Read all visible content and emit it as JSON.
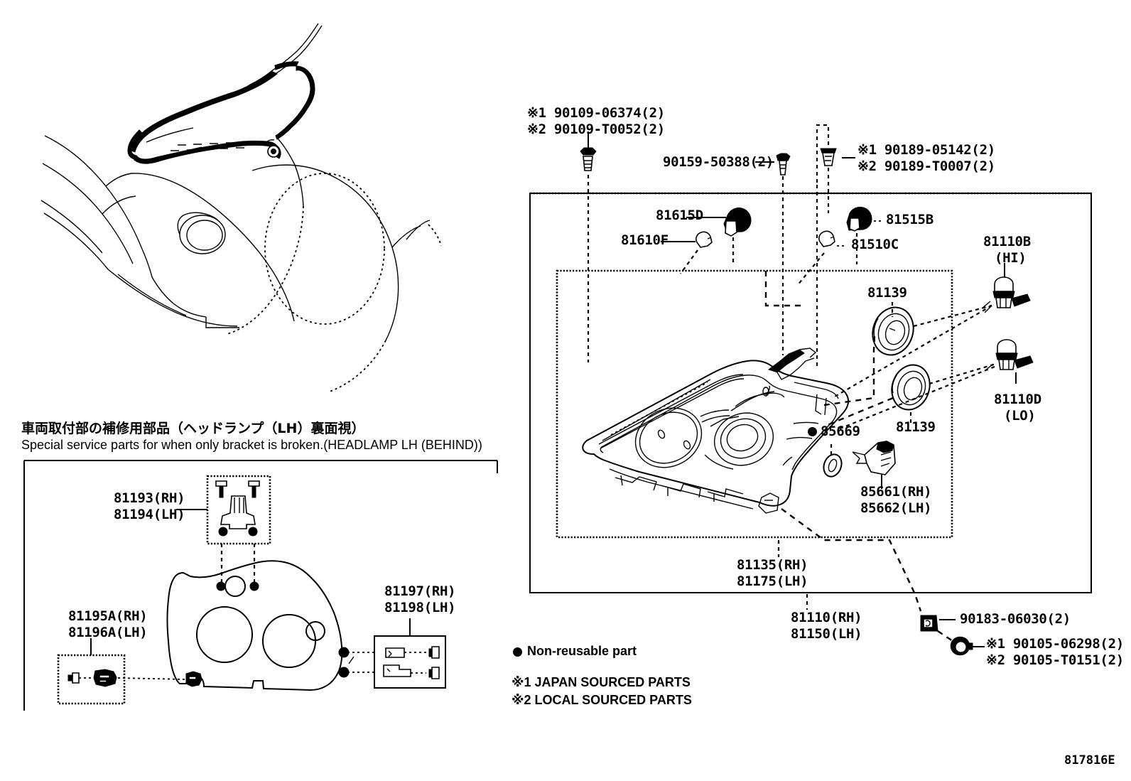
{
  "diagram": {
    "sheet_code": "817816E",
    "title_jp": "車両取付部の補修用部品（ヘッドランプ（LH）裏面視）",
    "title_en": "Special service parts for when only bracket is broken.(HEADLAMP LH (BEHIND))"
  },
  "legend": {
    "non_reusable": "Non-reusable part",
    "note1": "※1 JAPAN SOURCED PARTS",
    "note2": "※2 LOCAL SOURCED PARTS"
  },
  "fasteners": {
    "screw_top_left_1": "※1 90109-06374(2)",
    "screw_top_left_2": "※2 90109-T0052(2)",
    "screw_mid": "90159-50388(2)",
    "clip_top_right_1": "※1 90189-05142(2)",
    "clip_top_right_2": "※2 90189-T0007(2)",
    "clip_bottom": "90183-06030(2)",
    "screw_bottom_1": "※1 90105-06298(2)",
    "screw_bottom_2": "※2 90105-T0151(2)"
  },
  "main_parts": {
    "socket_81615D": "81615D",
    "bulb_81610F": "81610F",
    "socket_81515B": "81515B",
    "bulb_81510C": "81510C",
    "bulb_hi_num": "81110B",
    "bulb_hi_pos": "(HI)",
    "bulb_lo_num": "81110D",
    "bulb_lo_pos": "(LO)",
    "cap_upper": "81139",
    "cap_lower": "81139",
    "oring_85669": "85669",
    "connector_rh": "85661(RH)",
    "connector_lh": "85662(LH)",
    "unit_rh": "81135(RH)",
    "unit_lh": "81175(LH)",
    "assy_rh": "81110(RH)",
    "assy_lh": "81150(LH)"
  },
  "bracket_parts": {
    "upper_rh": "81193(RH)",
    "upper_lh": "81194(LH)",
    "left_rh": "81195A(RH)",
    "left_lh": "81196A(LH)",
    "right_rh": "81197(RH)",
    "right_lh": "81198(LH)"
  }
}
